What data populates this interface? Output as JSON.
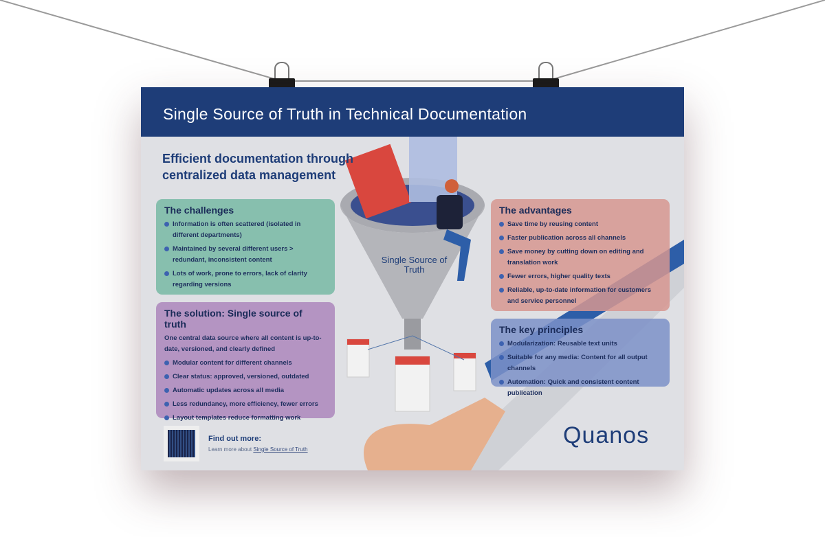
{
  "poster": {
    "title": "Single Source of Truth in Technical Documentation",
    "subtitle": "Efficient documentation through centralized data management",
    "funnel_label": "Single Source of Truth",
    "challenges": {
      "heading": "The challenges",
      "items": [
        "Information is often scattered (isolated in different departments)",
        "Maintained by several different users > redundant, inconsistent content",
        "Lots of work, prone to errors, lack of clarity regarding versions"
      ]
    },
    "solution": {
      "heading": "The solution: Single source of truth",
      "intro": "One central data source where all content is up-to-date, versioned, and clearly defined",
      "items": [
        "Modular content for different channels",
        "Clear status: approved, versioned, outdated",
        "Automatic updates across all media",
        "Less redundancy, more efficiency, fewer errors",
        "Layout templates reduce formatting work"
      ]
    },
    "advantages": {
      "heading": "The advantages",
      "items": [
        "Save time by reusing content",
        "Faster publication across all channels",
        "Save money by cutting down on editing and translation work",
        "Fewer errors, higher quality texts",
        "Reliable, up-to-date information for customers and service personnel"
      ]
    },
    "principles": {
      "heading": "The key principles",
      "items": [
        "Modularization: Reusable text units",
        "Suitable for any media: Content for all output channels",
        "Automation: Quick and consistent content publication"
      ]
    },
    "footer": {
      "find_out_more": "Find out more:",
      "learn_prefix": "Learn more about",
      "learn_link": "Single Source of Truth",
      "logo": "Quanos"
    }
  }
}
